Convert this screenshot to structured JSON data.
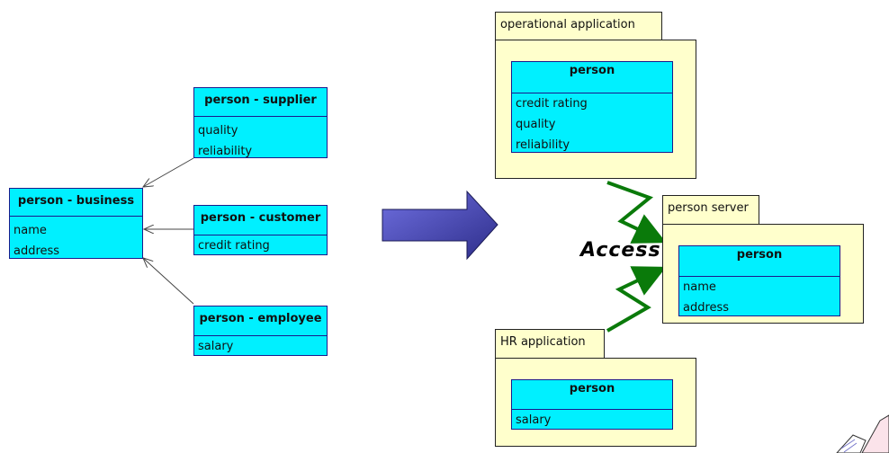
{
  "left_diagram": {
    "business": {
      "title": "person - business",
      "attributes": [
        "name",
        "address"
      ]
    },
    "supplier": {
      "title": "person - supplier",
      "attributes": [
        "quality",
        "reliability"
      ]
    },
    "customer": {
      "title": "person - customer",
      "attributes": [
        "credit rating"
      ]
    },
    "employee": {
      "title": "person - employee",
      "attributes": [
        "salary"
      ]
    }
  },
  "right_diagram": {
    "operational": {
      "package": "operational application",
      "class_title": "person",
      "attributes": [
        "credit rating",
        "quality",
        "reliability"
      ]
    },
    "server": {
      "package": "person server",
      "class_title": "person",
      "attributes": [
        "name",
        "address"
      ]
    },
    "hr": {
      "package": "HR application",
      "class_title": "person",
      "attributes": [
        "salary"
      ]
    },
    "access_label": "Access"
  },
  "colors": {
    "class_fill": "#00f0ff",
    "package_fill": "#ffffcc",
    "big_arrow": "#4b4bbd",
    "access_arrow": "#0a7a0a"
  }
}
